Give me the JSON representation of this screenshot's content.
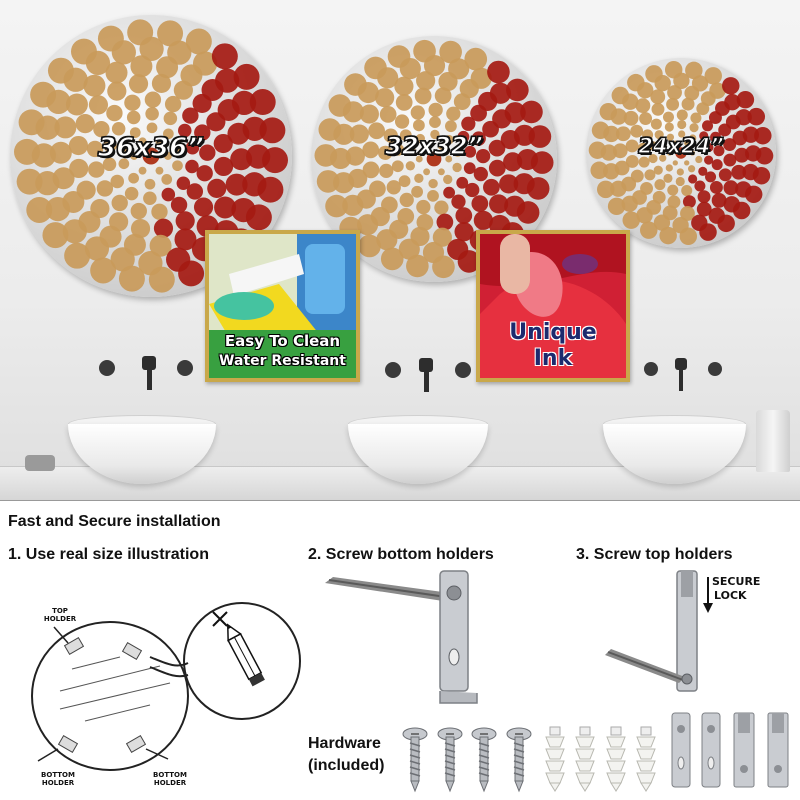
{
  "mirrors": [
    {
      "label": "36x36”"
    },
    {
      "label": "32x32”"
    },
    {
      "label": "24x24”"
    }
  ],
  "badges": {
    "clean": {
      "line1": "Easy To Clean",
      "line2": "Water Resistant"
    },
    "ink": {
      "line1": "Unique",
      "line2": "Ink"
    }
  },
  "colors": {
    "dot_gold": "#c99a5a",
    "dot_red": "#a51a12",
    "badge_border": "#c9a84a",
    "clean_text": "#ffffff",
    "ink_text": "#1d2a6e"
  },
  "installation": {
    "title": "Fast and Secure installation",
    "step1": "1. Use real size illustration",
    "step2": "2. Screw bottom holders",
    "step3": "3. Screw top holders",
    "top_holder": "TOP HOLDER",
    "bottom_holder_left": "BOTTOM HOLDER",
    "bottom_holder_right": "BOTTOM HOLDER",
    "secure_lock_line1": "SECURE",
    "secure_lock_line2": "LOCK",
    "hardware_line1": "Hardware",
    "hardware_line2": "(included)"
  },
  "icons": [
    "pencil-icon",
    "x-mark-icon",
    "screw-icon",
    "wall-anchor-icon",
    "bracket-icon",
    "faucet-icon",
    "sink-basin-icon"
  ]
}
